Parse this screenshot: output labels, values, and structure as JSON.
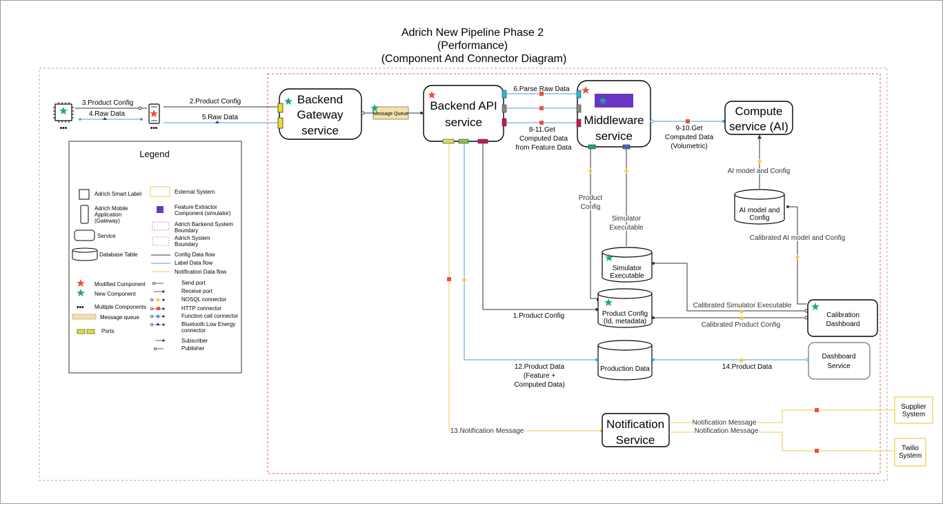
{
  "title": {
    "line1": "Adrich New Pipeline Phase 2",
    "line2": "(Performance)",
    "line3": "(Component And Connector Diagram)"
  },
  "components": {
    "backend_gateway": [
      "Backend",
      "Gateway",
      "service"
    ],
    "message_queue": "Message Queue",
    "backend_api": [
      "Backend API",
      "service"
    ],
    "middleware": [
      "Middleware",
      "service"
    ],
    "compute": [
      "Compute",
      "service (AI)"
    ],
    "ai_model_db": [
      "AI model and",
      "Config"
    ],
    "simulator_db": [
      "Simulator",
      "Executable"
    ],
    "product_config_db": [
      "Product Config",
      "(Id, metadata)"
    ],
    "production_data_db": "Production Data",
    "calibration_dashboard": [
      "Calibration",
      "Dashboard"
    ],
    "dashboard_service": [
      "Dashboard",
      "Service"
    ],
    "notification_service": [
      "Notification",
      "Service"
    ],
    "supplier_system": [
      "Supplier",
      "System"
    ],
    "twilio_system": [
      "Twilio",
      "System"
    ]
  },
  "connectors": {
    "c3": "3.Product Config",
    "c4": "4.Raw Data",
    "c2": "2.Product Config",
    "c5": "5.Raw Data",
    "c6": "6.Parse Raw Data",
    "c811": [
      "8-11.Get",
      "Computed Data",
      "from Feature Data"
    ],
    "c910": [
      "9-10.Get",
      "Computed Data",
      "(Volumetric)"
    ],
    "ai_model_config": "AI model and Config",
    "calibrated_ai": "Calibrated AI model and Config",
    "product_config_v": [
      "Product",
      "Config"
    ],
    "simulator_exec_v": [
      "Simulator",
      "Executable"
    ],
    "c1": "1.Product Config",
    "cal_sim": "Calibrated Simulator Executable",
    "cal_prod": "Calibrated Product Config",
    "c12": [
      "12.Product Data",
      "(Feature +",
      "Computed Data)"
    ],
    "c14": "14.Product Data",
    "c13": "13.Notification Message",
    "notif1": "Notification Message",
    "notif2": "Notification Message"
  },
  "legend": {
    "title": "Legend",
    "items": {
      "smart_label": "Adrich Smart Label",
      "mobile": [
        "Adrich Mobile",
        "Application",
        "(Gateway)"
      ],
      "service": "Service",
      "db_table": "Database Table",
      "modified": "Modified Component",
      "new": "New Component",
      "multiple": "Multiple Components",
      "mq": "Message queue",
      "ports": "Ports",
      "external": "External System",
      "feature_extractor": [
        "Feature Extractor",
        "Component (simulator)"
      ],
      "backend_boundary": [
        "Adrich Backend System",
        "Boundary"
      ],
      "system_boundary": [
        "Adrich System",
        "Boundary"
      ],
      "config_flow": "Config Data flow",
      "label_flow": "Label Data flow",
      "notif_flow": "Notification Data flow",
      "send_port": "Send port",
      "receive_port": "Receive port",
      "nosql": "NOSQL connector",
      "http": "HTTP connector",
      "function_call": "Function call connector",
      "ble": [
        "Bluetooth Low Energy",
        "connector"
      ],
      "subscriber": "Subscriber",
      "publisher": "Publisher"
    }
  },
  "colors": {
    "config_flow": "#333333",
    "label_flow": "#4a9be0",
    "notif_flow": "#f2c94c",
    "modified_star": "#e8533a",
    "new_star": "#1fa58a",
    "feature_extractor": "#6a35c2",
    "http": "#e8533a",
    "message_queue": "#f3e2a8",
    "boundary_backend": "#e8533a",
    "boundary_system": "#999999"
  }
}
